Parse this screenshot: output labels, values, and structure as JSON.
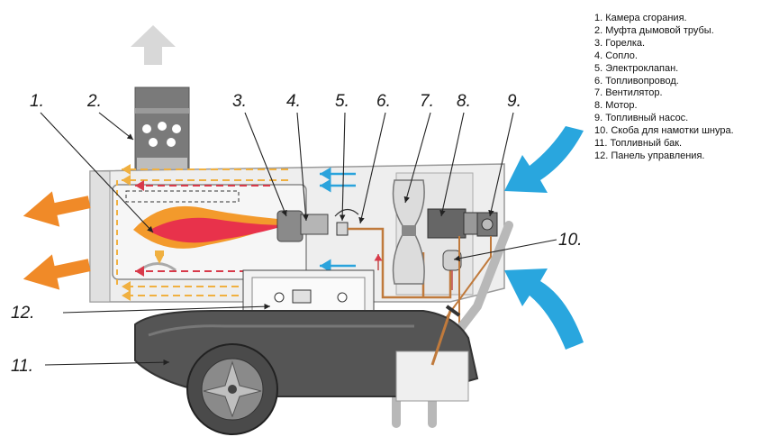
{
  "colors": {
    "flame_outer": "#f39a2c",
    "flame_inner": "#e8324b",
    "hot_air_arrow": "#f08a28",
    "cold_air_arrow": "#29a6de",
    "exhaust_arrow": "#d8d8d8",
    "body_fill": "#eeeeee",
    "body_stroke": "#9a9a9a",
    "tank_fill": "#555555",
    "fuel_line": "#c07a3c"
  },
  "labels": {
    "n1": "1.",
    "n2": "2.",
    "n3": "3.",
    "n4": "4.",
    "n5": "5.",
    "n6": "6.",
    "n7": "7.",
    "n8": "8.",
    "n9": "9.",
    "n10": "10.",
    "n11": "11.",
    "n12": "12."
  },
  "legend": [
    "1. Камера сгорания.",
    "2. Муфта дымовой трубы.",
    "3. Горелка.",
    "4. Сопло.",
    "5. Электроклапан.",
    "6. Топливопровод.",
    "7. Вентилятор.",
    "8. Мотор.",
    "9. Топливный насос.",
    "10. Скоба для намотки шнура.",
    "11. Топливный бак.",
    "12. Панель управления."
  ]
}
